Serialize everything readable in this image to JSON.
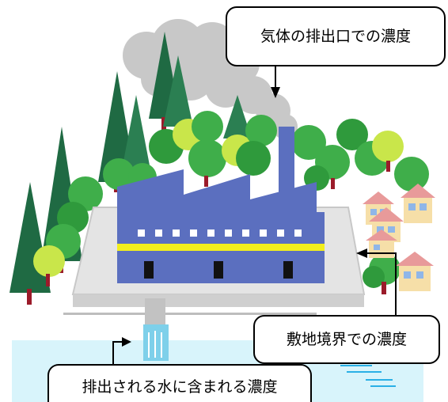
{
  "callouts": {
    "stack_outlet": "気体の排出口での濃度",
    "site_boundary": "敷地境界での濃度",
    "discharged_water": "排出される水に含まれる濃度"
  },
  "colors": {
    "sky": "#ffffff",
    "factory": "#5b6fbf",
    "factory_stripe": "#f2ee1c",
    "tree_dark": "#1f6a43",
    "tree_light": "#3fae4a",
    "tree_yellow": "#c9e64a",
    "trunk": "#9b1b2a",
    "smoke": "#c8c8c8",
    "ground": "#ededed",
    "water": "#d8f4fb",
    "house_roof": "#e89a9a",
    "house_wall": "#f6dfa8",
    "house_window": "#8fb6e8"
  },
  "icons": {
    "house": "house-icon",
    "tree": "tree-icon",
    "arrow": "arrow-icon"
  }
}
